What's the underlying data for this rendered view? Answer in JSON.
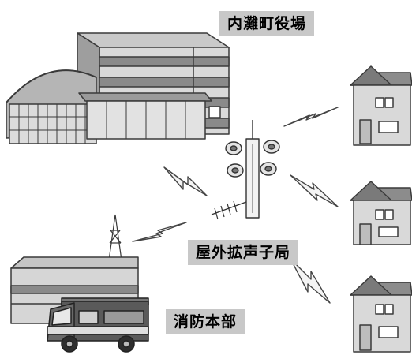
{
  "labels": {
    "town_hall": "内灘町役場",
    "outdoor_station": "屋外拡声子局",
    "fire_hq": "消防本部"
  },
  "colors": {
    "label_bg": "#c8c8c8",
    "building_light": "#d9d9d9",
    "building_mid": "#a8a8a8",
    "building_dark": "#6e6e6e",
    "outline": "#3a3a3a"
  },
  "icons": [
    "town-hall-building",
    "fire-station-building",
    "fire-truck",
    "antenna-tower",
    "loudspeaker",
    "house",
    "radio-wave-bolt"
  ]
}
